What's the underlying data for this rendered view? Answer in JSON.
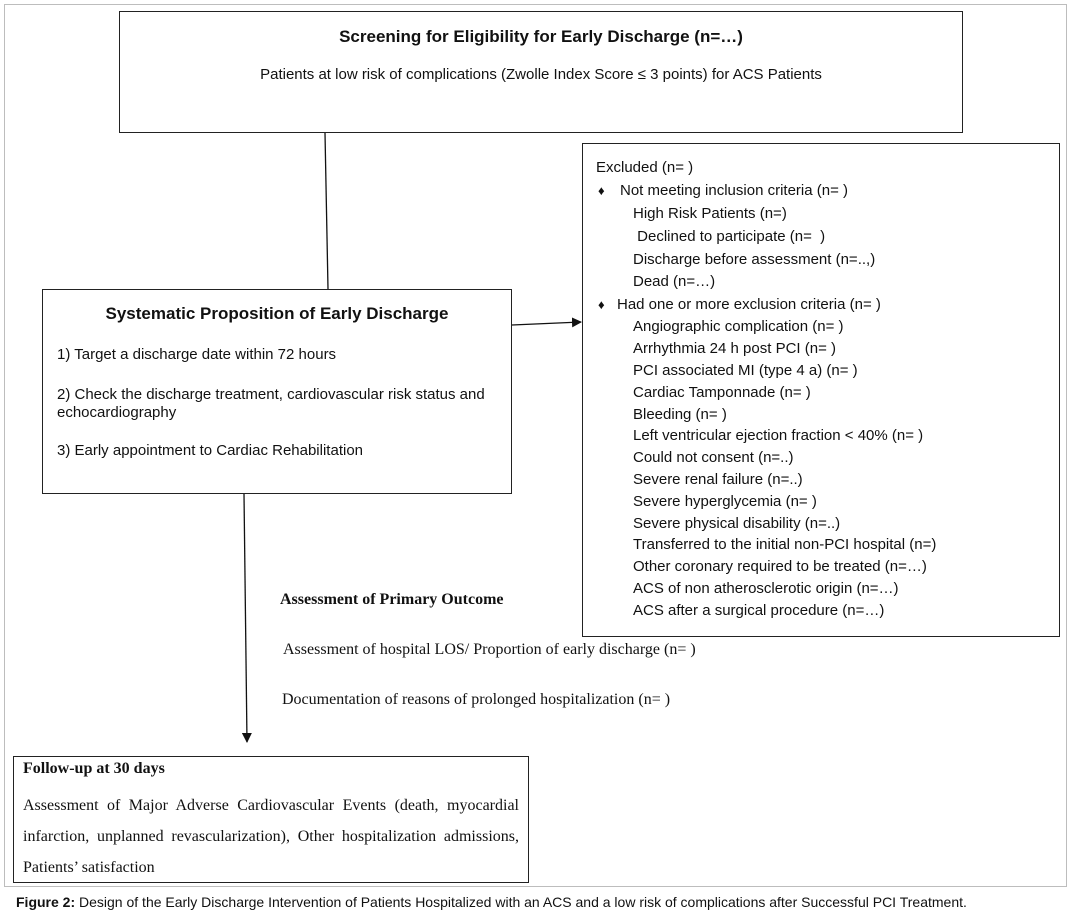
{
  "screening": {
    "title": "Screening for Eligibility for Early Discharge (n=…)",
    "subtitle": "Patients at low risk of complications (Zwolle Index Score ≤ 3 points) for ACS Patients"
  },
  "systematic": {
    "title": "Systematic Proposition of Early Discharge",
    "steps": [
      "1) Target a discharge date within 72 hours",
      "2) Check the discharge treatment, cardiovascular risk status and echocardiography",
      "3) Early appointment to Cardiac Rehabilitation"
    ]
  },
  "excluded": {
    "heading": "Excluded  (n=   )",
    "group1": {
      "label": "Not meeting inclusion criteria (n=  )",
      "items": [
        "High Risk Patients (n=)",
        " Declined to participate (n=  )",
        "Discharge before assessment (n=..,)",
        "Dead (n=…)"
      ]
    },
    "group2": {
      "label": "Had one or more exclusion criteria (n=  )",
      "items": [
        "Angiographic complication (n=  )",
        "Arrhythmia 24 h post PCI (n=  )",
        "PCI associated MI (type 4 a) (n=  )",
        "Cardiac Tamponnade (n=  )",
        "Bleeding (n=  )",
        "Left ventricular ejection fraction < 40% (n=  )",
        "Could not consent (n=..)",
        "Severe renal failure (n=..)",
        "Severe hyperglycemia (n=  )",
        "Severe physical disability (n=..)",
        "Transferred to the initial non-PCI hospital (n=)",
        "Other coronary required to be treated (n=…)",
        "ACS of non atherosclerotic origin (n=…)",
        "ACS after a surgical procedure (n=…)"
      ]
    },
    "bullet": "♦"
  },
  "outcome": {
    "title": "Assessment of Primary Outcome",
    "line1": "Assessment of hospital LOS/ Proportion of early discharge (n= )",
    "line2": "Documentation of reasons of prolonged hospitalization (n= )"
  },
  "followup": {
    "title": "Follow-up at 30 days",
    "body": "Assessment of Major Adverse Cardiovascular Events (death, myocardial infarction, unplanned revascularization), Other hospitalization admissions, Patients’ satisfaction"
  },
  "caption": {
    "label": "Figure 2:",
    "text": " Design of the Early Discharge Intervention of Patients Hospitalized with an ACS and a low risk of complications after Successful PCI Treatment."
  }
}
